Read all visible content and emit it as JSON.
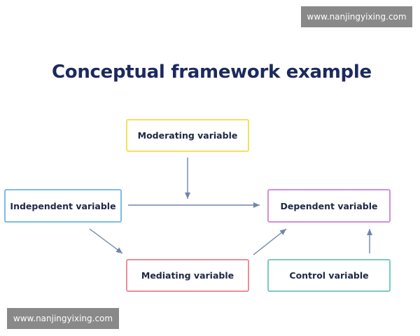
{
  "watermark_text": "www.nanjingyixing.com",
  "title": "Conceptual framework example",
  "nodes": {
    "moderating": "Moderating variable",
    "independent": "Independent variable",
    "dependent": "Dependent variable",
    "mediating": "Mediating variable",
    "control": "Control variable"
  },
  "colors": {
    "title": "#1b2a5e",
    "moderating_border": "#f1e25c",
    "independent_border": "#7bbde5",
    "dependent_border": "#d28fd8",
    "mediating_border": "#ea8e98",
    "control_border": "#78cbc2",
    "arrow": "#6f86a8"
  },
  "edges": [
    {
      "from": "independent",
      "to": "dependent"
    },
    {
      "from": "moderating",
      "to": "independent-dependent-edge"
    },
    {
      "from": "independent",
      "to": "mediating"
    },
    {
      "from": "mediating",
      "to": "dependent"
    },
    {
      "from": "control",
      "to": "dependent"
    }
  ]
}
